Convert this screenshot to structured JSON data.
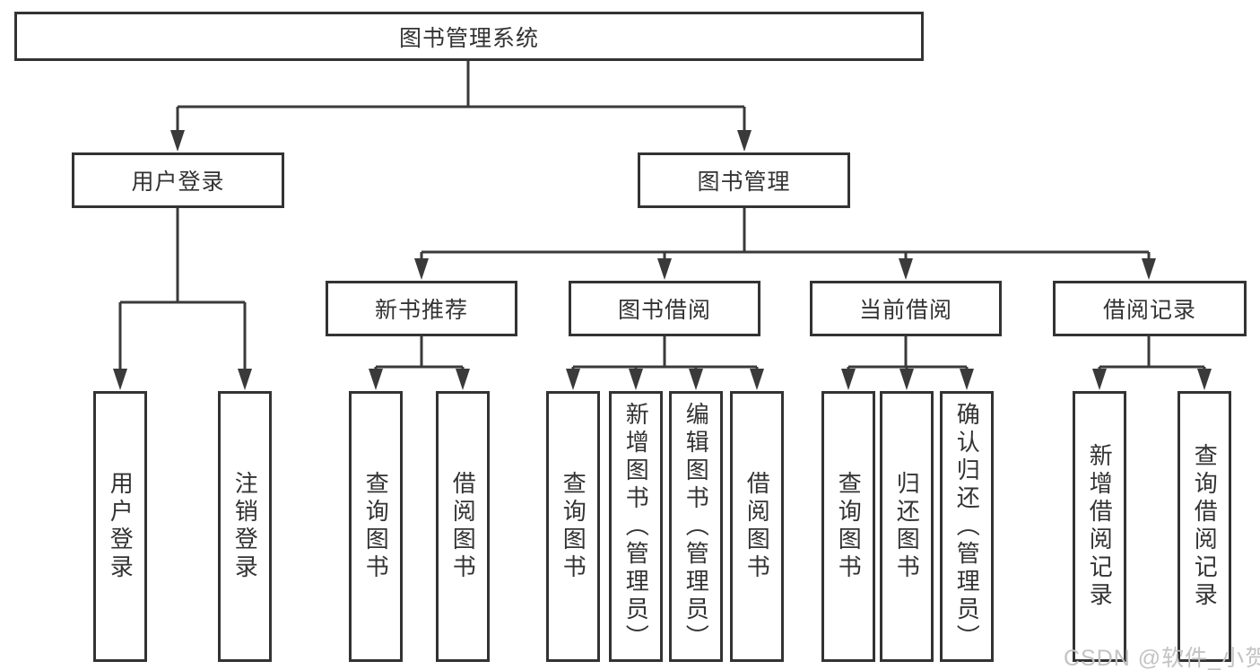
{
  "colors": {
    "line": "#3a3a3a",
    "box_border": "#333333",
    "text": "#333333",
    "watermark": "#c3c3c3",
    "background": "#ffffff"
  },
  "watermark": {
    "text": "CSDN @软件_小贺同学"
  },
  "tree": {
    "label": "图书管理系统",
    "children": [
      {
        "label": "用户登录",
        "children": [
          {
            "label": "用户登录"
          },
          {
            "label": "注销登录"
          }
        ]
      },
      {
        "label": "图书管理",
        "children": [
          {
            "label": "新书推荐",
            "children": [
              {
                "label": "查询图书"
              },
              {
                "label": "借阅图书"
              }
            ]
          },
          {
            "label": "图书借阅",
            "children": [
              {
                "label": "查询图书"
              },
              {
                "label": "新增图书（管理员）"
              },
              {
                "label": "编辑图书（管理员）"
              },
              {
                "label": "借阅图书"
              }
            ]
          },
          {
            "label": "当前借阅",
            "children": [
              {
                "label": "查询图书"
              },
              {
                "label": "归还图书"
              },
              {
                "label": "确认归还（管理员）"
              }
            ]
          },
          {
            "label": "借阅记录",
            "children": [
              {
                "label": "新增借阅记录"
              },
              {
                "label": "查询借阅记录"
              }
            ]
          }
        ]
      }
    ]
  }
}
